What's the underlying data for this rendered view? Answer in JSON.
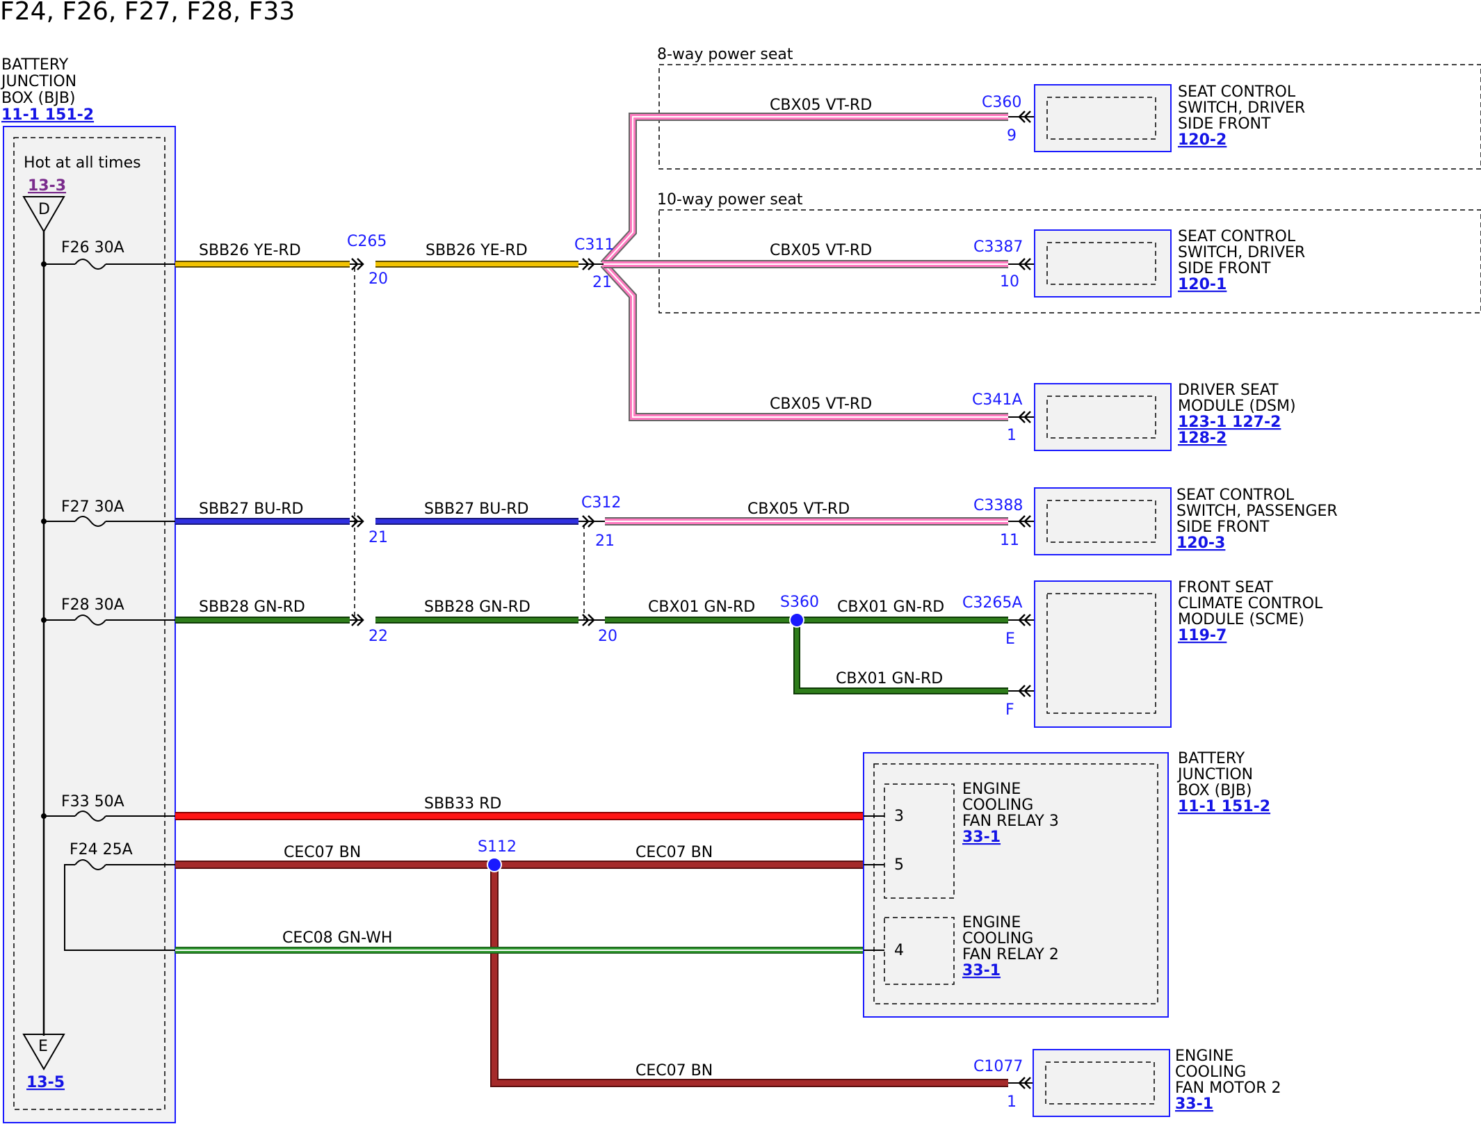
{
  "title": "F24, F26, F27, F28, F33",
  "bjb": {
    "name_lines": [
      "BATTERY",
      "JUNCTION",
      "BOX (BJB)"
    ],
    "refs": "11-1  151-2",
    "hot_label": "Hot at all times",
    "hot_ref": "13-3",
    "top_tag": "D",
    "bottom_tag": "E",
    "bottom_ref": "13-5"
  },
  "fuses": [
    {
      "id": "F26",
      "label": "F26  30A"
    },
    {
      "id": "F27",
      "label": "F27  30A"
    },
    {
      "id": "F28",
      "label": "F28  30A"
    },
    {
      "id": "F33",
      "label": "F33  50A"
    },
    {
      "id": "F24",
      "label": "F24  25A"
    }
  ],
  "wire_labels": {
    "sbb26_a": "SBB26  YE-RD",
    "sbb26_b": "SBB26  YE-RD",
    "sbb27_a": "SBB27  BU-RD",
    "sbb27_b": "SBB27  BU-RD",
    "sbb28_a": "SBB28  GN-RD",
    "sbb28_b": "SBB28  GN-RD",
    "cbx05_1": "CBX05  VT-RD",
    "cbx05_2": "CBX05  VT-RD",
    "cbx05_3": "CBX05  VT-RD",
    "cbx05_4": "CBX05  VT-RD",
    "cbx01_1": "CBX01  GN-RD",
    "cbx01_2": "CBX01  GN-RD",
    "cbx01_3": "CBX01  GN-RD",
    "sbb33": "SBB33  RD",
    "cec07_1": "CEC07  BN",
    "cec07_2": "CEC07  BN",
    "cec07_3": "CEC07  BN",
    "cec08": "CEC08  GN-WH"
  },
  "connectors": {
    "c265": "C265",
    "c265_p20": "20",
    "c265_p21": "21",
    "c265_p22": "22",
    "c311": "C311",
    "c311_p21": "21",
    "c312": "C312",
    "c312_p21": "21",
    "c312_p20": "20",
    "c360": "C360",
    "c360_p": "9",
    "c3387": "C3387",
    "c3387_p": "10",
    "c341a": "C341A",
    "c341a_p": "1",
    "c3388": "C3388",
    "c3388_p": "11",
    "c3265a": "C3265A",
    "c3265a_pe": "E",
    "c3265a_pf": "F",
    "c1077": "C1077",
    "c1077_p": "1"
  },
  "splices": {
    "s360": "S360",
    "s112": "S112"
  },
  "options": {
    "eight_way": "8-way power seat",
    "ten_way": "10-way power seat"
  },
  "components": {
    "seat_drv_8": {
      "lines": [
        "SEAT CONTROL",
        "SWITCH, DRIVER",
        "SIDE FRONT"
      ],
      "ref": "120-2"
    },
    "seat_drv_10": {
      "lines": [
        "SEAT CONTROL",
        "SWITCH, DRIVER",
        "SIDE FRONT"
      ],
      "ref": "120-1"
    },
    "dsm": {
      "lines": [
        "DRIVER SEAT",
        "MODULE (DSM)"
      ],
      "ref1": "123-1 127-2",
      "ref2": "128-2"
    },
    "seat_pass": {
      "lines": [
        "SEAT CONTROL",
        "SWITCH, PASSENGER",
        "SIDE FRONT"
      ],
      "ref": "120-3"
    },
    "scme": {
      "lines": [
        "FRONT SEAT",
        "CLIMATE CONTROL",
        "MODULE (SCME)"
      ],
      "ref": "119-7"
    },
    "bjb2": {
      "lines": [
        "BATTERY",
        "JUNCTION",
        "BOX (BJB)"
      ],
      "ref": "11-1  151-2"
    },
    "relay3": {
      "lines": [
        "ENGINE",
        "COOLING",
        "FAN RELAY 3"
      ],
      "ref": "33-1",
      "pin_a": "3",
      "pin_b": "5"
    },
    "relay2": {
      "lines": [
        "ENGINE",
        "COOLING",
        "FAN RELAY 2"
      ],
      "ref": "33-1",
      "pin": "4"
    },
    "fan_motor": {
      "lines": [
        "ENGINE",
        "COOLING",
        "FAN MOTOR 2"
      ],
      "ref": "33-1"
    }
  },
  "colors": {
    "box_border": "#1a1aff",
    "pink": "#ff7ac0",
    "yellow": "#f2c300",
    "blue": "#2b2bd6",
    "green": "#2e7d1a",
    "red": "#ff1414",
    "brown": "#a52a2a",
    "green_wh": "#2e9a2e"
  }
}
